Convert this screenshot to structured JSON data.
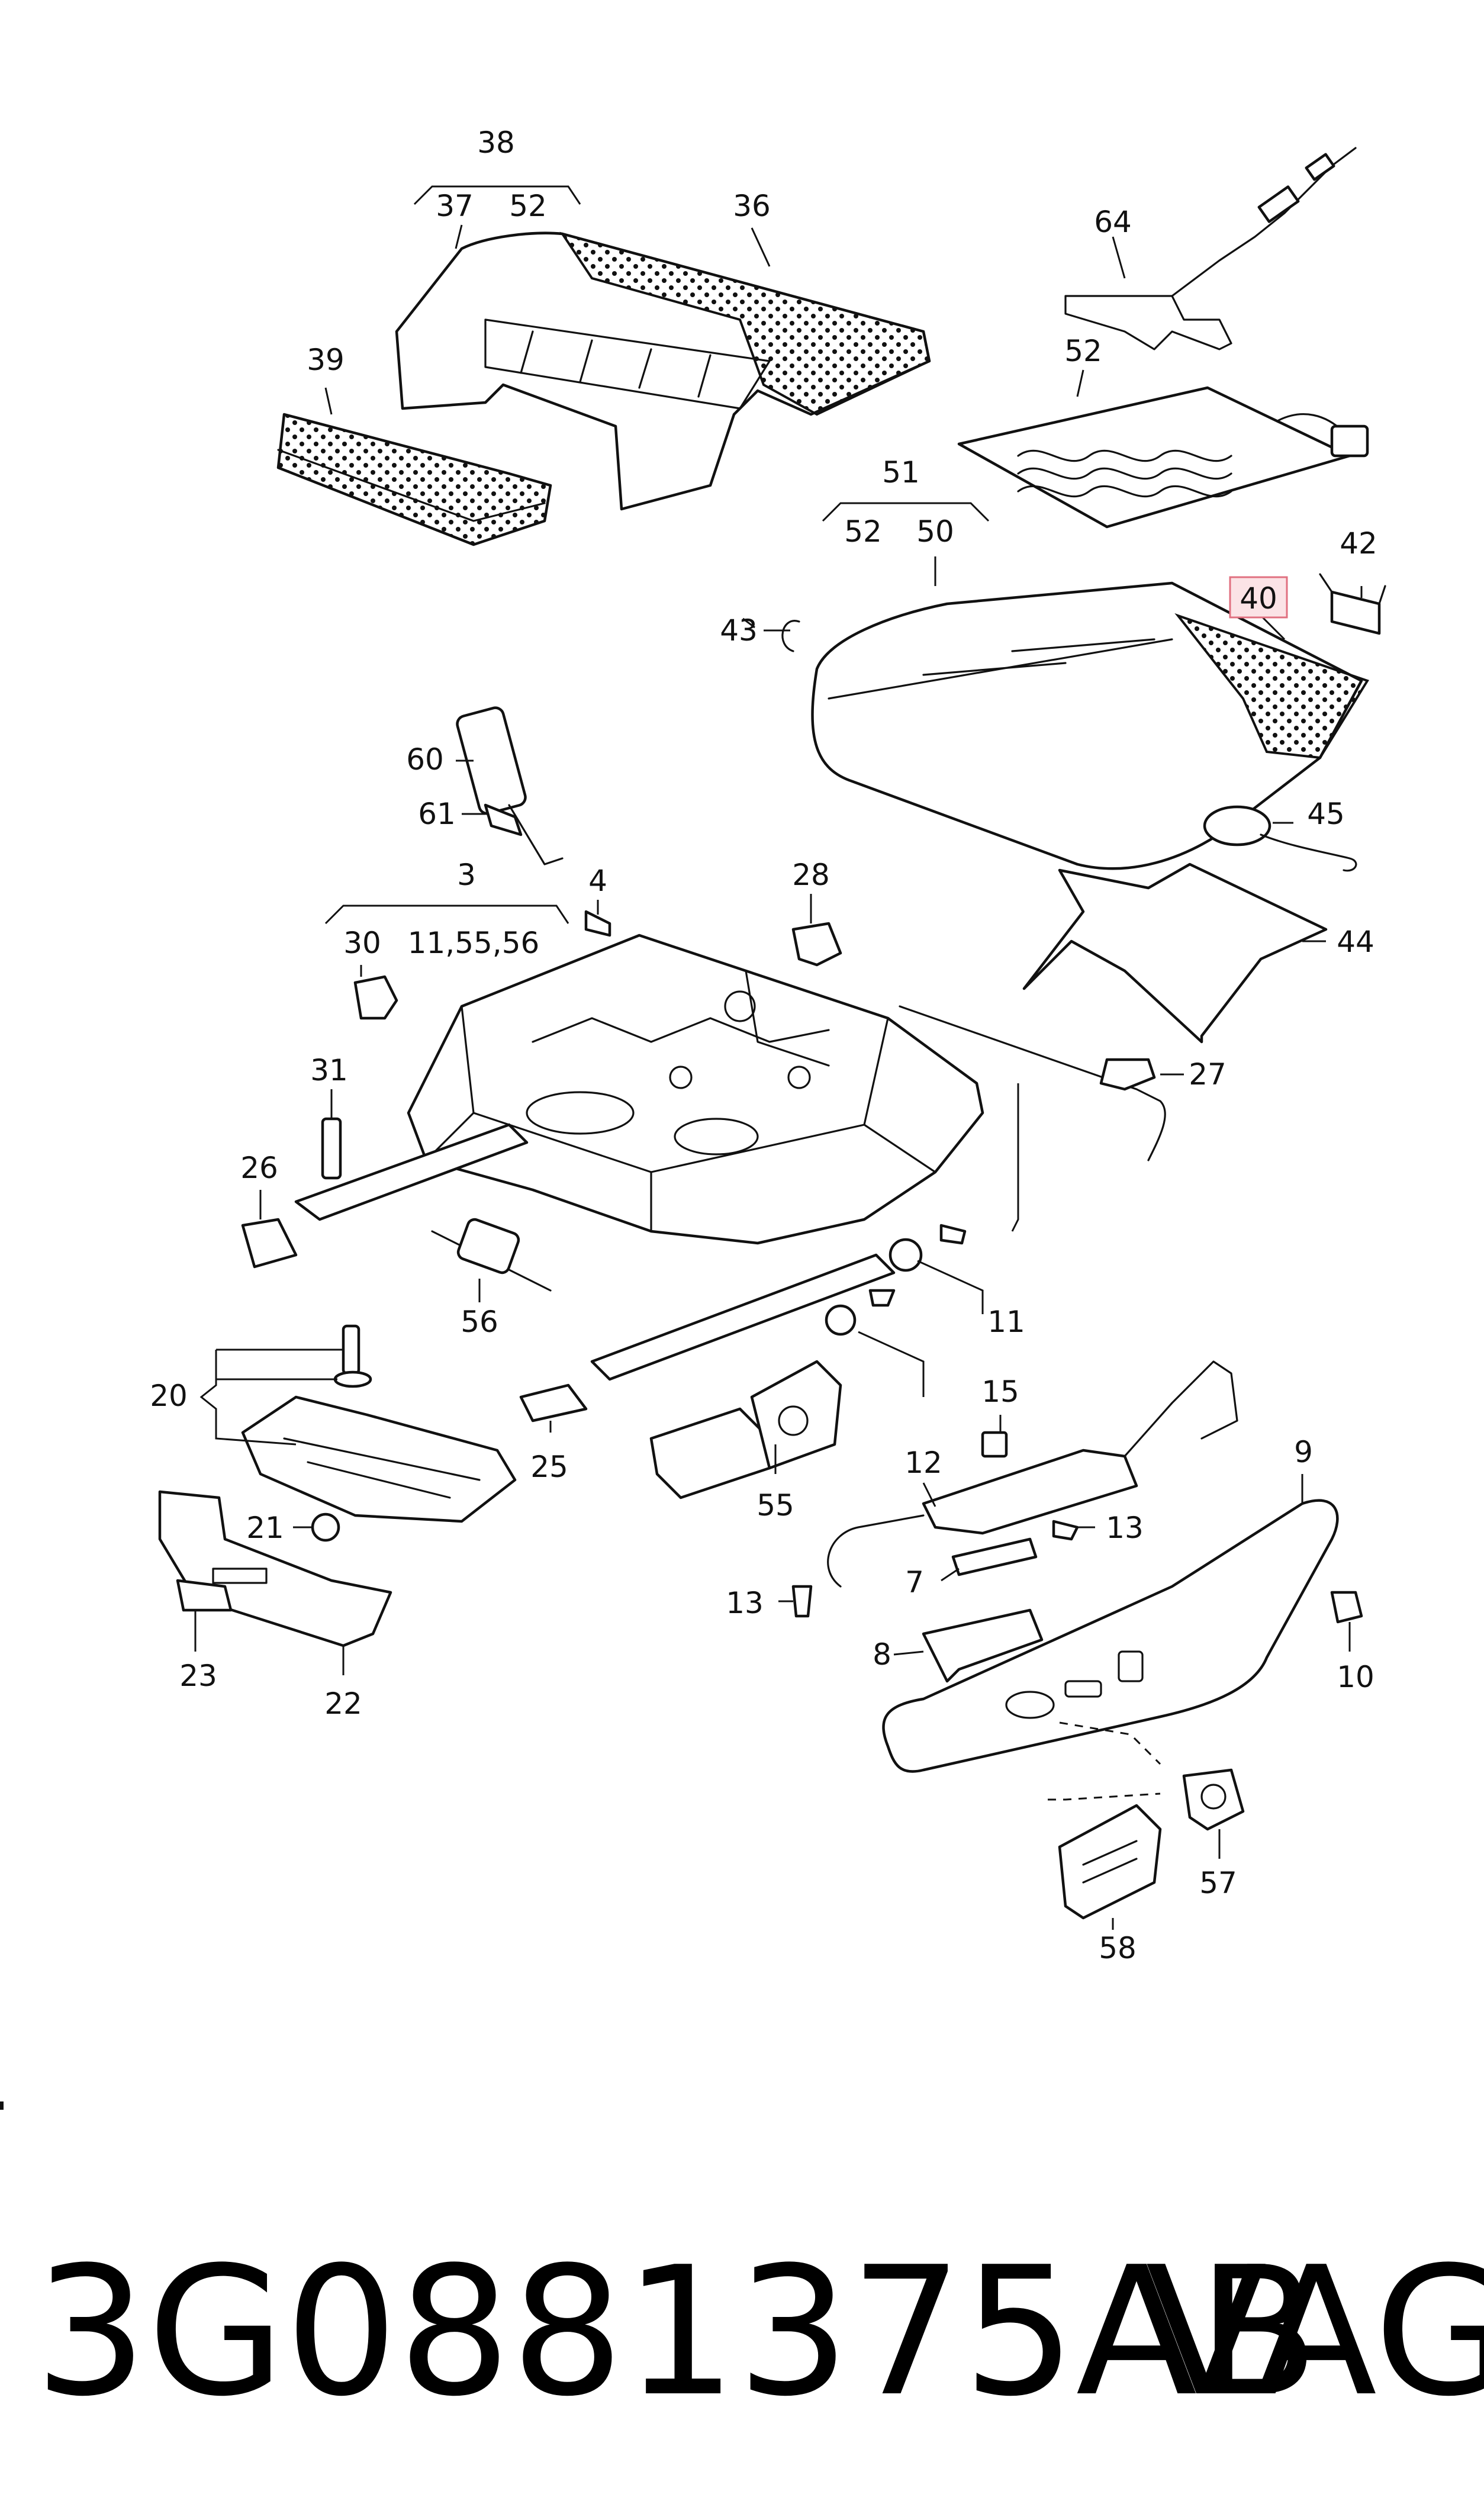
{
  "callouts": [
    "38",
    "37",
    "52",
    "36",
    "39",
    "64",
    "52",
    "51",
    "52",
    "50",
    "42",
    "40",
    "43",
    "60",
    "61",
    "45",
    "4",
    "28",
    "3",
    "30",
    "11,55,56",
    "44",
    "27",
    "31",
    "26",
    "56",
    "11",
    "20",
    "15",
    "9",
    "12",
    "25",
    "21",
    "13",
    "55",
    "7",
    "13",
    "10",
    "8",
    "23",
    "22",
    "57",
    "58"
  ],
  "highlighted_callout": "40",
  "footer": {
    "part_number": "3G0881375AB",
    "brand": "VAG"
  }
}
